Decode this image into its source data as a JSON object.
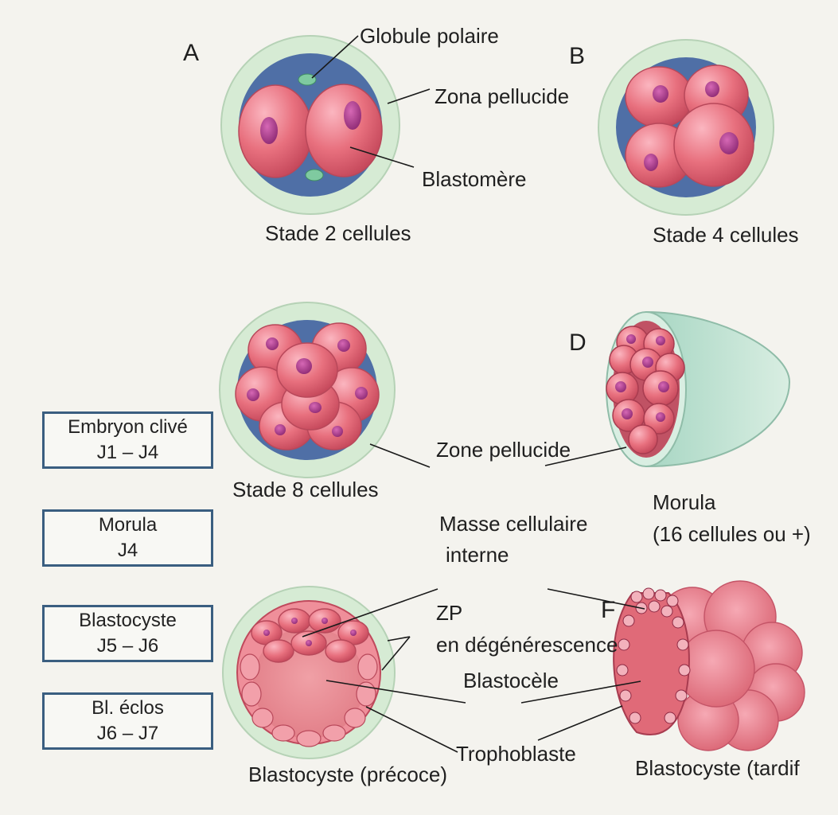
{
  "panels": {
    "a": {
      "letter": "A",
      "stage": "Stade 2 cellules"
    },
    "b": {
      "letter": "B",
      "stage": "Stade 4 cellules"
    },
    "c": {
      "stage": "Stade 8 cellules"
    },
    "d": {
      "letter": "D",
      "title": "Morula",
      "subtitle": "(16 cellules ou +)"
    },
    "e": {
      "stage": "Blastocyste (précoce)"
    },
    "f": {
      "letter": "F",
      "stage": "Blastocyste (tardif"
    }
  },
  "labels": {
    "polar_body": "Globule polaire",
    "zona_pellucida": "Zona pellucide",
    "blastomere": "Blastomère",
    "zone_pellucide": "Zone pellucide",
    "icm_line1": "Masse cellulaire",
    "icm_line2": "interne",
    "zp_line1": "ZP",
    "zp_line2": "en dégénérescence",
    "blastocoel": "Blastocèle",
    "trophoblast": "Trophoblaste"
  },
  "legend": [
    {
      "line1": "Embryon clivé",
      "line2": "J1 – J4"
    },
    {
      "line1": "Morula",
      "line2": "J4"
    },
    {
      "line1": "Blastocyste",
      "line2": "J5 – J6"
    },
    {
      "line1": "Bl. éclos",
      "line2": "J6 – J7"
    }
  ],
  "colors": {
    "background": "#f4f3ee",
    "zona": "#d6ebd4",
    "perivitelline": "#4f6fa6",
    "cell": "#e8707e",
    "nucleus": "#b03a8a",
    "box_border": "#3a5e80"
  }
}
